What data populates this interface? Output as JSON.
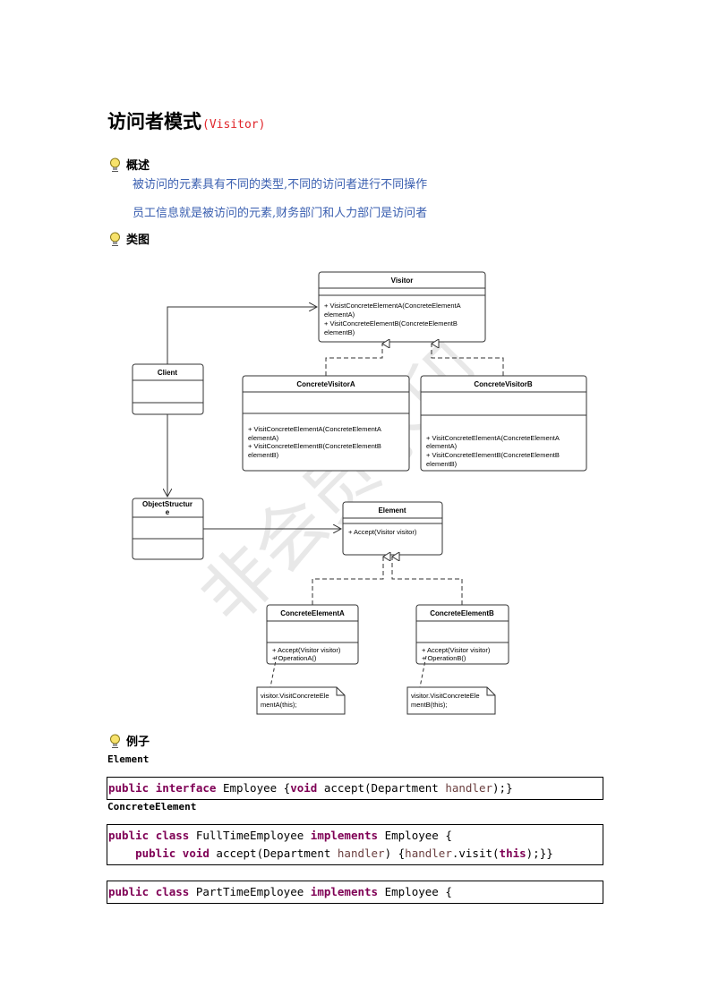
{
  "title": {
    "main": "访问者模式",
    "sub": "(Visitor)"
  },
  "sections": {
    "overview": {
      "heading": "概述",
      "lines": [
        "被访问的元素具有不同的类型,不同的访问者进行不同操作",
        "员工信息就是被访问的元素,财务部门和人力部门是访问者"
      ]
    },
    "class_diagram": {
      "heading": "类图"
    },
    "example": {
      "heading": "例子"
    }
  },
  "diagram": {
    "watermark": "非会员水印",
    "visitor": {
      "name": "Visitor",
      "ops": [
        "+ VisistConcreteElementA(ConcreteElementA",
        "elementA)",
        "+ VisitConcreteElementB(ConcreteElementB",
        "elementB)"
      ]
    },
    "client": {
      "name": "Client"
    },
    "visitor_a": {
      "name": "ConcreteVisitorA",
      "ops": [
        "+ VisitConcreteElementA(ConcreteElementA",
        "elementA)",
        "+ VisitConcreteElementB(ConcreteElementB",
        "elementB)"
      ]
    },
    "visitor_b": {
      "name": "ConcreteVisitorB",
      "ops": [
        "+ VisitConcreteElementA(ConcreteElementA",
        "elementA)",
        "+ VisitConcreteElementB(ConcreteElementB",
        "elementB)"
      ]
    },
    "object_structure": {
      "name_line1": "ObjectStructur",
      "name_line2": "e"
    },
    "element": {
      "name": "Element",
      "ops": [
        "+ Accept(Visitor visitor)"
      ]
    },
    "element_a": {
      "name": "ConcreteElementA",
      "ops": [
        "+ Accept(Visitor visitor)",
        "+ OperationA()"
      ]
    },
    "element_b": {
      "name": "ConcreteElementB",
      "ops": [
        "+ Accept(Visitor visitor)",
        "+ OperationB()"
      ]
    },
    "note_a": [
      "visitor.VisitConcreteEle",
      "mentA(this);"
    ],
    "note_b": [
      "visitor.VisitConcreteEle",
      "mentB(this);"
    ]
  },
  "code": {
    "element_label": "Element",
    "element_block": {
      "kw1": "public",
      "kw2": "interface",
      "t1": " Employee {",
      "kw3": "void",
      "t2": " accept(Department ",
      "param": "handler",
      "t3": ");}"
    },
    "concrete_label": "ConcreteElement",
    "full_time": {
      "line1": {
        "kw1": "public",
        "kw2": "class",
        "t1": " FullTimeEmployee ",
        "kw3": "implements",
        "t2": " Employee {"
      },
      "line2": {
        "kw1": "public",
        "kw2": "void",
        "t1": " accept(Department ",
        "param": "handler",
        "t2": ") {",
        "param2": "handler",
        "t3": ".visit(",
        "kw3": "this",
        "t4": ");}}"
      }
    },
    "part_time": {
      "kw1": "public",
      "kw2": "class",
      "t1": " PartTimeEmployee ",
      "kw3": "implements",
      "t2": " Employee {"
    }
  }
}
